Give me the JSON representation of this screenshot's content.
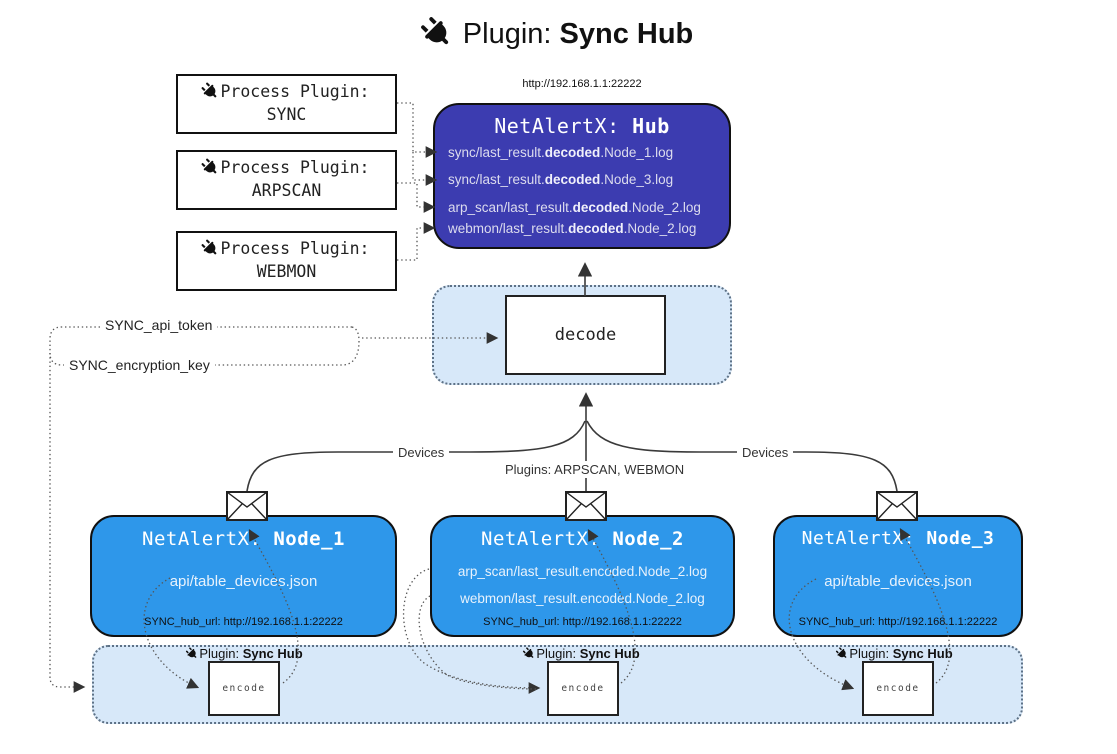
{
  "title": {
    "prefix": "Plugin: ",
    "bold": "Sync Hub"
  },
  "process_plugins": [
    {
      "label": "Process Plugin:",
      "name": "SYNC"
    },
    {
      "label": "Process Plugin:",
      "name": "ARPSCAN"
    },
    {
      "label": "Process Plugin:",
      "name": "WEBMON"
    }
  ],
  "hub": {
    "url": "http://192.168.1.1:22222",
    "title_prefix": "NetAlertX: ",
    "title_bold": "Hub",
    "lines": [
      {
        "prefix": "sync/last_result.",
        "bold": "decoded",
        "suffix": ".Node_1.log"
      },
      {
        "prefix": "sync/last_result.",
        "bold": "decoded",
        "suffix": ".Node_3.log"
      },
      {
        "prefix": "arp_scan/last_result.",
        "bold": "decoded",
        "suffix": ".Node_2.log"
      },
      {
        "prefix": "webmon/last_result.",
        "bold": "decoded",
        "suffix": ".Node_2.log"
      }
    ]
  },
  "decode": {
    "label": "decode"
  },
  "settings": {
    "api_token": "SYNC_api_token",
    "encryption_key": "SYNC_encryption_key"
  },
  "edge_labels": {
    "devices_left": "Devices",
    "plugins_middle": "Plugins: ARPSCAN, WEBMON",
    "devices_right": "Devices"
  },
  "nodes": [
    {
      "title_prefix": "NetAlertX: ",
      "title_bold": "Node_1",
      "lines": [
        "api/table_devices.json"
      ],
      "hub_url": "SYNC_hub_url: http://192.168.1.1:22222"
    },
    {
      "title_prefix": "NetAlertX: ",
      "title_bold": "Node_2",
      "lines": [
        "arp_scan/last_result.encoded.Node_2.log",
        "webmon/last_result.encoded.Node_2.log"
      ],
      "hub_url": "SYNC_hub_url: http://192.168.1.1:22222"
    },
    {
      "title_prefix": "NetAlertX: ",
      "title_bold": "Node_3",
      "lines": [
        "api/table_devices.json"
      ],
      "hub_url": "SYNC_hub_url: http://192.168.1.1:22222"
    }
  ],
  "sync_band": {
    "plugin_prefix": "Plugin: ",
    "plugin_bold": "Sync Hub",
    "encode_label": "encode"
  },
  "colors": {
    "hub_fill": "#3c3cb0",
    "node_fill": "#2e97ea",
    "container_fill": "#d7e8f9",
    "line": "#444444"
  }
}
